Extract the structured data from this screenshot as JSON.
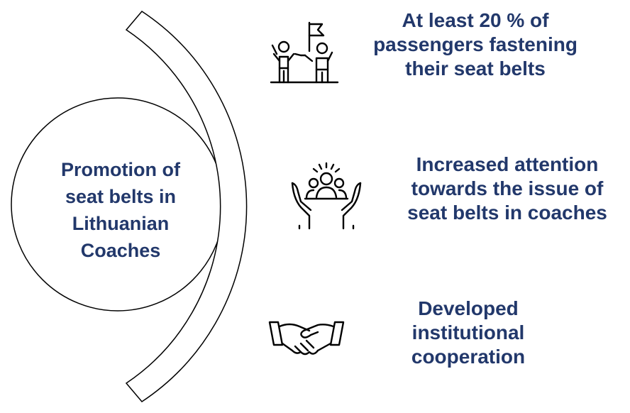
{
  "center": {
    "label": "Promotion of\nseat belts in\nLithuanian\nCoaches"
  },
  "outcomes": [
    {
      "text": "At least 20 % of\npassengers fastening\ntheir seat belts",
      "icon": "people-with-flag-icon"
    },
    {
      "text": "Increased attention\ntowards the issue of\nseat belts in coaches",
      "icon": "hands-holding-group-icon"
    },
    {
      "text": "Developed\ninstitutional\ncooperation",
      "icon": "handshake-icon"
    }
  ],
  "colors": {
    "text": "#22386b",
    "outline": "#000000"
  }
}
